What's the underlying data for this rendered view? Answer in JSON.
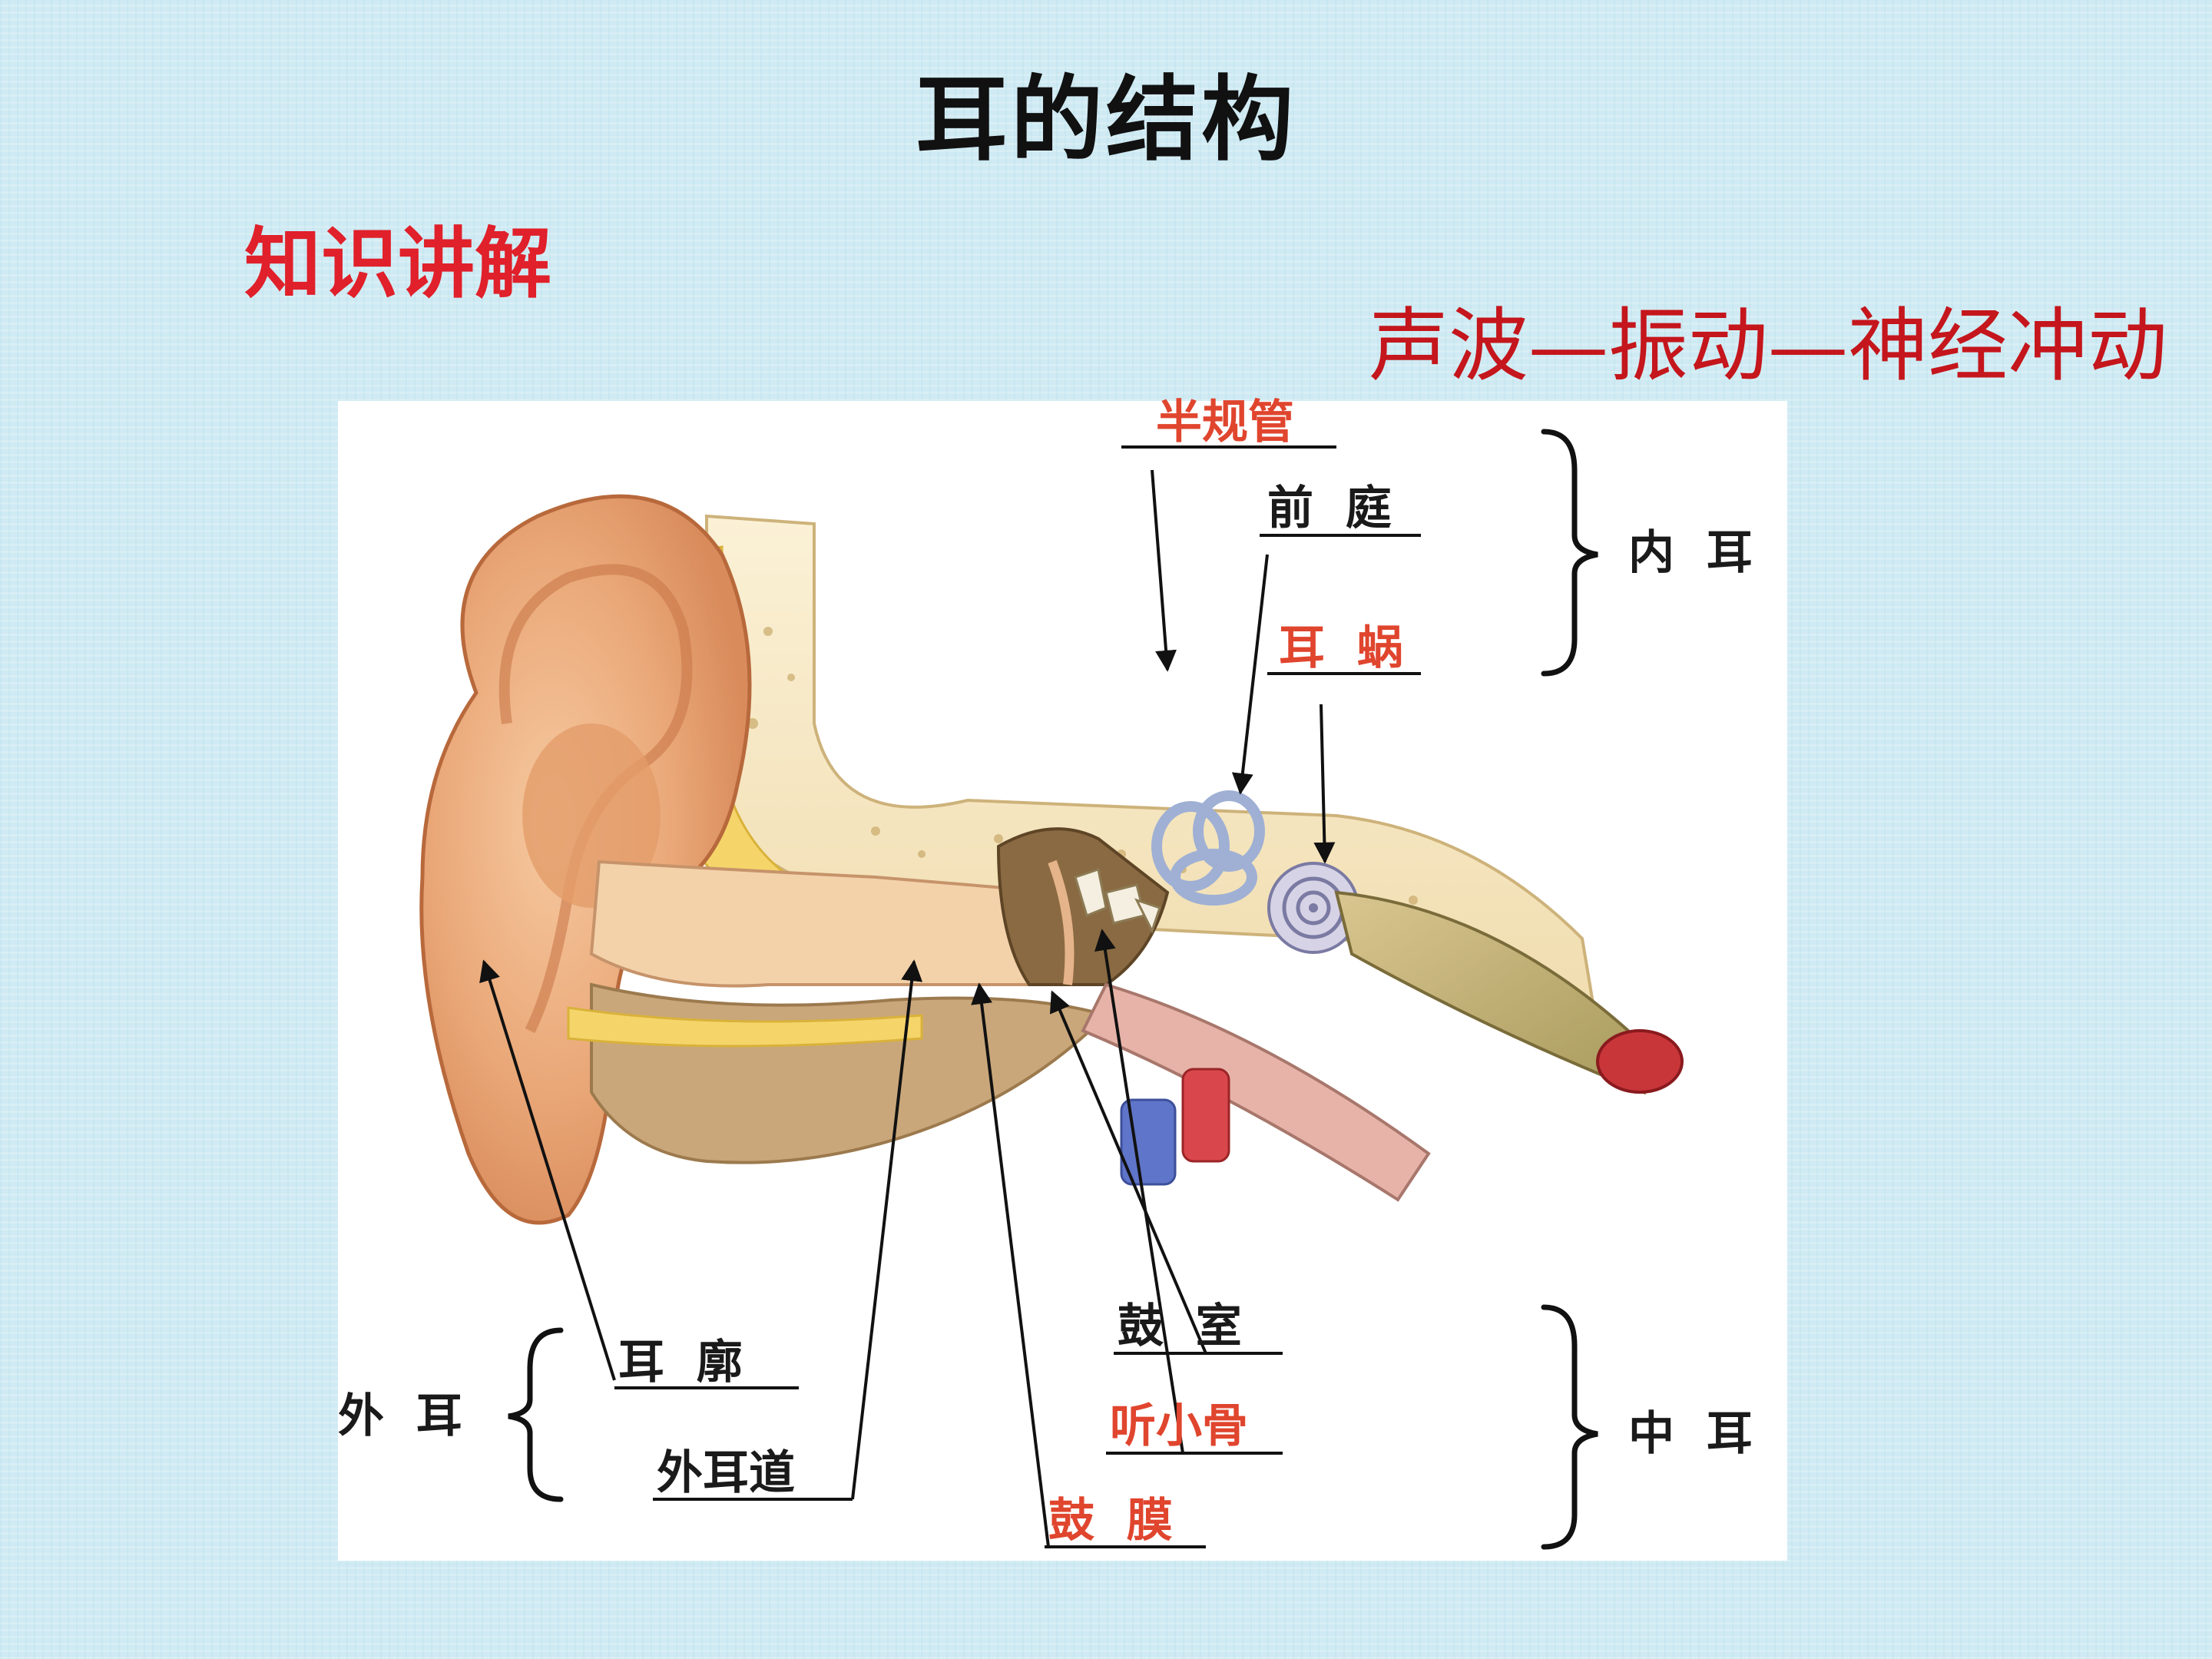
{
  "title": "耳的结构",
  "subtitle": "知识讲解",
  "process_chain": "声波—振动—神经冲动",
  "figure": {
    "labels": {
      "semicircular_canals": "半规管",
      "vestibule": "前  庭",
      "cochlea": "耳  蜗",
      "inner_ear": "内  耳",
      "auricle": "耳  廓",
      "outer_ear": "外  耳",
      "ear_canal": "外耳道",
      "tympanic_cavity": "鼓  室",
      "ossicles": "听小骨",
      "eardrum": "鼓  膜",
      "middle_ear": "中  耳"
    },
    "colors": {
      "highlight_label": "#e0452e",
      "normal_label": "#1a1a1a"
    }
  }
}
